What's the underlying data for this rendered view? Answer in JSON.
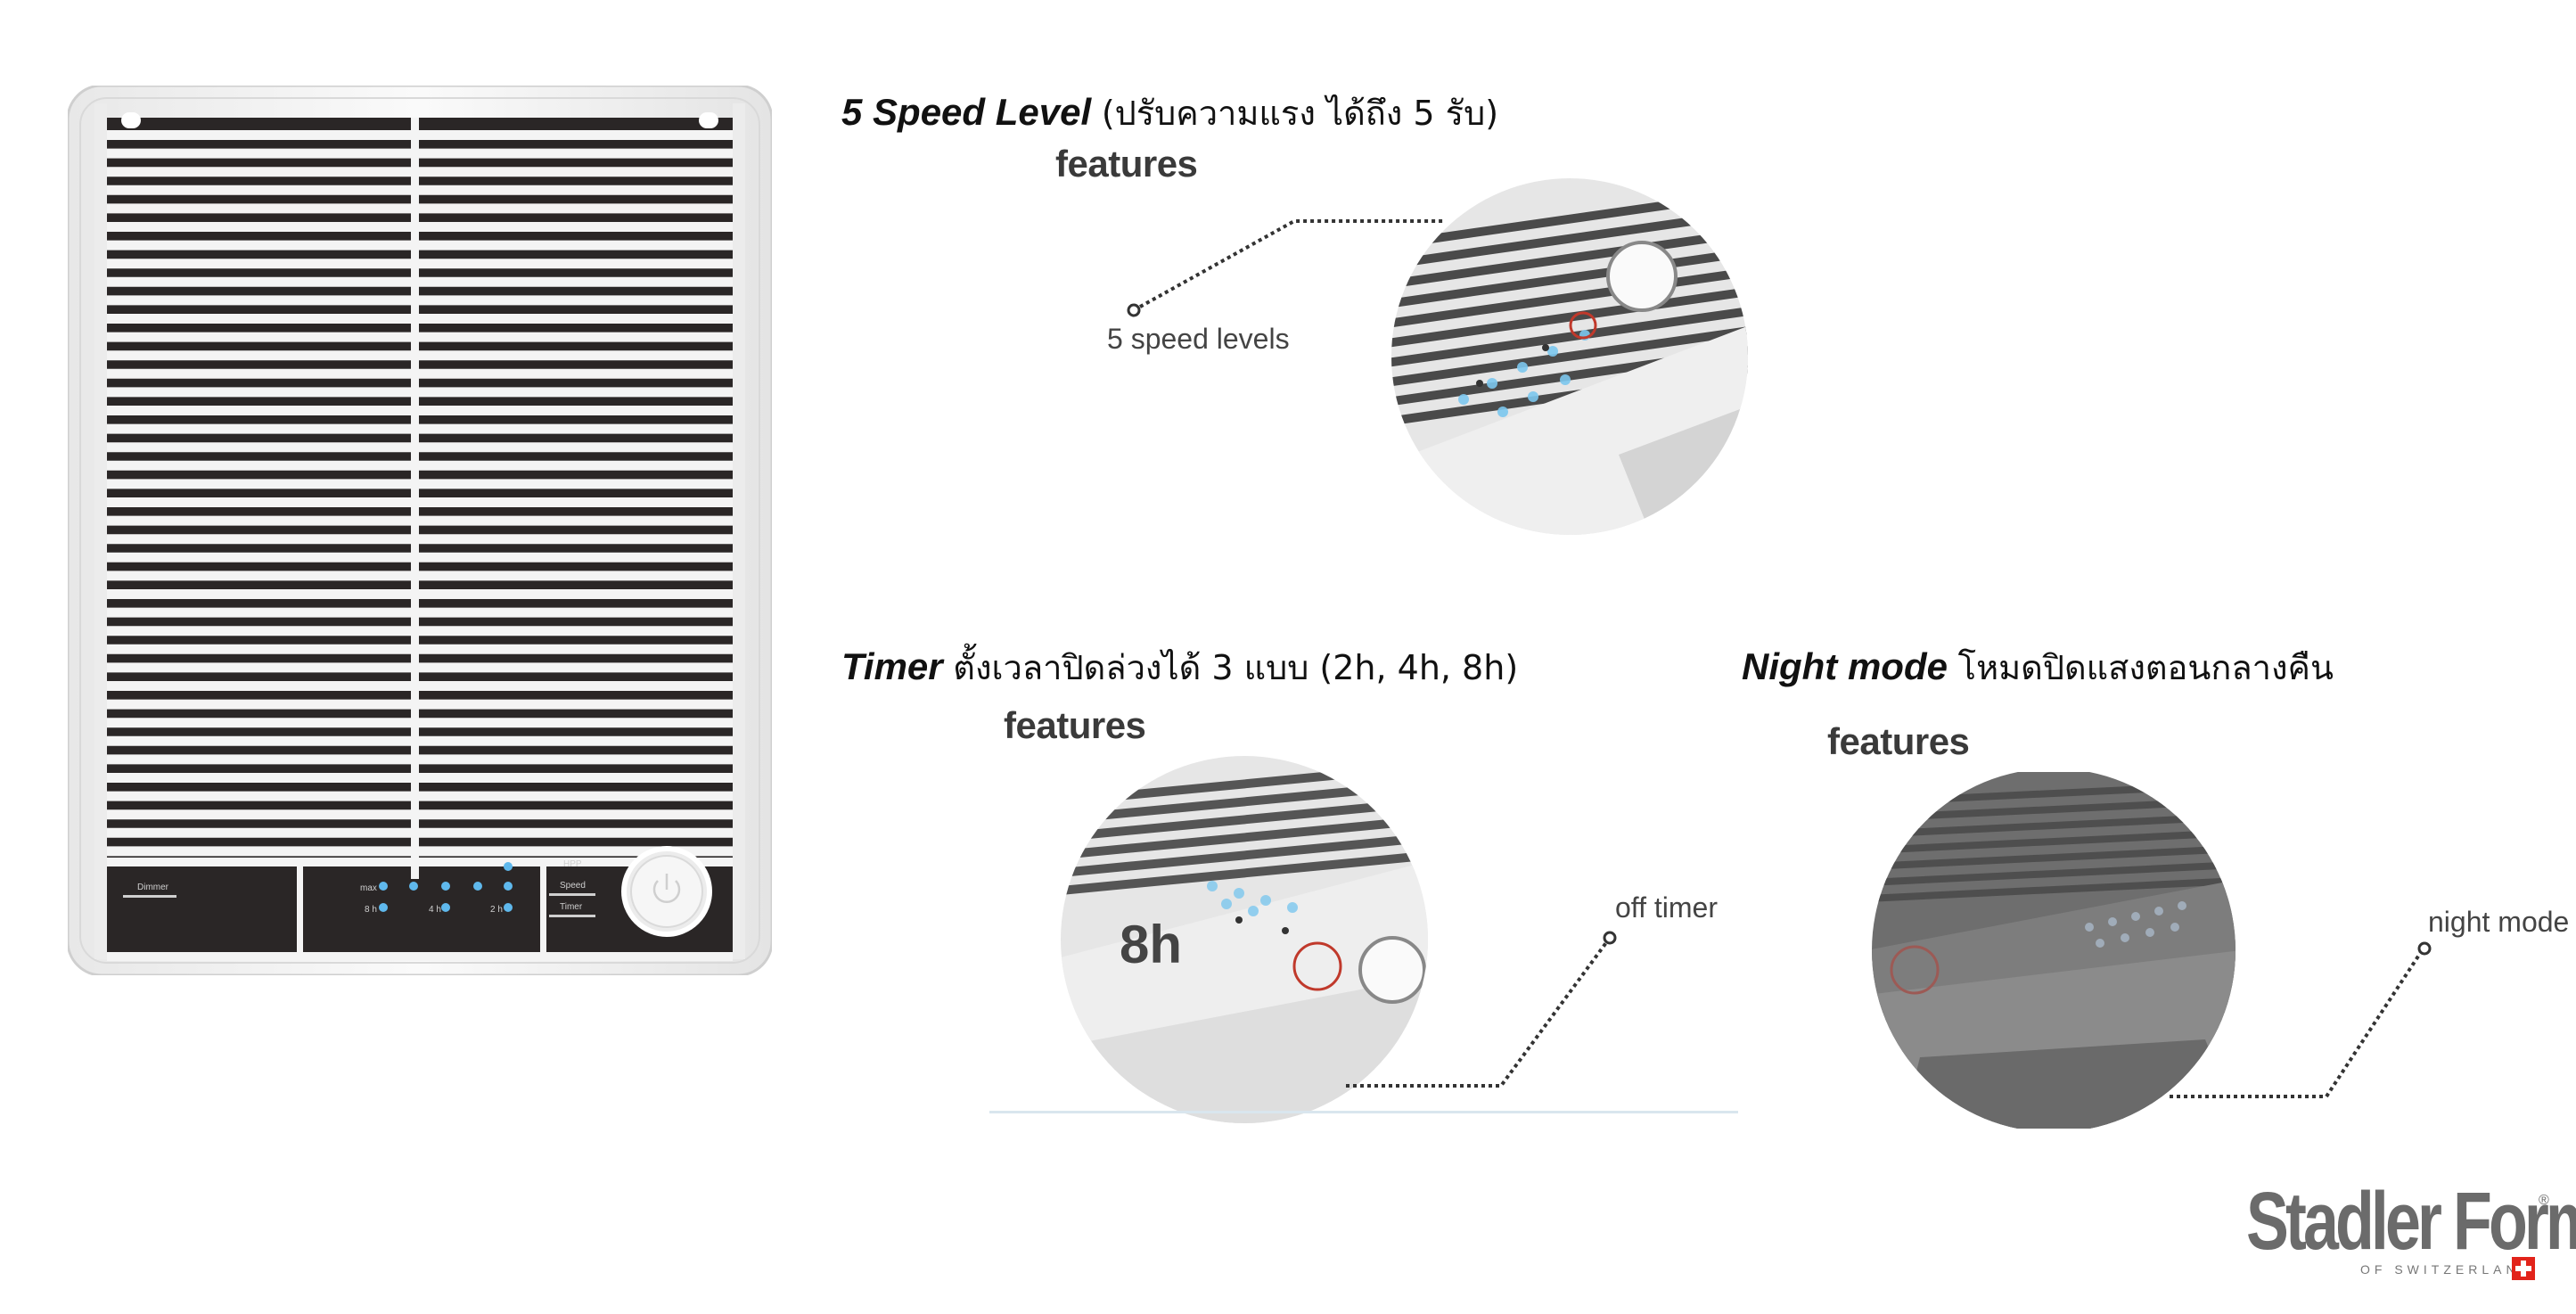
{
  "sections": {
    "speed": {
      "title": "5 Speed Level",
      "title_th": "(ปรับความแรง ได้ถึง 5 รับ)",
      "features": "features",
      "callout": "5 speed levels"
    },
    "timer": {
      "title": "Timer",
      "title_th": "ตั้งเวลาปิดล่วงได้ 3 แบบ (2h, 4h, 8h)",
      "features": "features",
      "callout": "off timer",
      "display": "8h"
    },
    "night": {
      "title": "Night mode",
      "title_th": "โหมดปิดแสงตอนกลางคืน",
      "features": "features",
      "callout": "night mode"
    }
  },
  "purifier": {
    "dimmer": "Dimmer",
    "max": "max",
    "t8h": "8 h",
    "t4h": "4 h",
    "t2h": "2 h",
    "hpp": "HPP",
    "speed": "Speed",
    "timer": "Timer"
  },
  "logo": {
    "brand": "Stadler Form",
    "reg": "®",
    "sub": "OF SWITZERLAND"
  },
  "colors": {
    "led": "#5fb8ec",
    "indicator": "#c0392b",
    "logo": "#6b6b6b"
  }
}
